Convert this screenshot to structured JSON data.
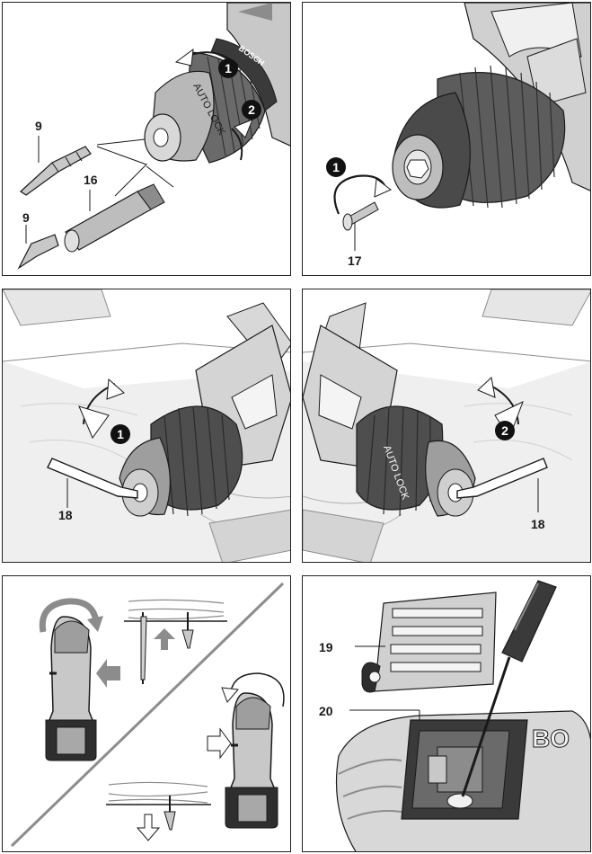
{
  "brand": "BOSCH",
  "chuck_marking": "AUTO LOCK",
  "colors": {
    "line": "#1a1a1a",
    "dark_gray": "#5a5a5a",
    "mid_gray": "#8c8c8c",
    "light_gray": "#c8c8c8",
    "wood": "#e4e4e4"
  },
  "panel1": {
    "callouts": [
      "9",
      "16",
      "9"
    ],
    "steps": [
      "1",
      "2"
    ]
  },
  "panel2": {
    "callouts": [
      "17"
    ],
    "steps": [
      "1"
    ]
  },
  "panel3": {
    "callouts": [
      "18"
    ],
    "steps": [
      "1"
    ]
  },
  "panel4": {
    "callouts": [
      "18"
    ],
    "steps": [
      "2"
    ]
  },
  "panel5": {
    "icons": [
      "rotation-clockwise-icon",
      "rotation-counterclockwise-icon",
      "arrow-up-icon",
      "arrow-down-icon",
      "arrow-left-icon",
      "arrow-right-icon"
    ]
  },
  "panel6": {
    "callouts": [
      "19",
      "20"
    ]
  }
}
